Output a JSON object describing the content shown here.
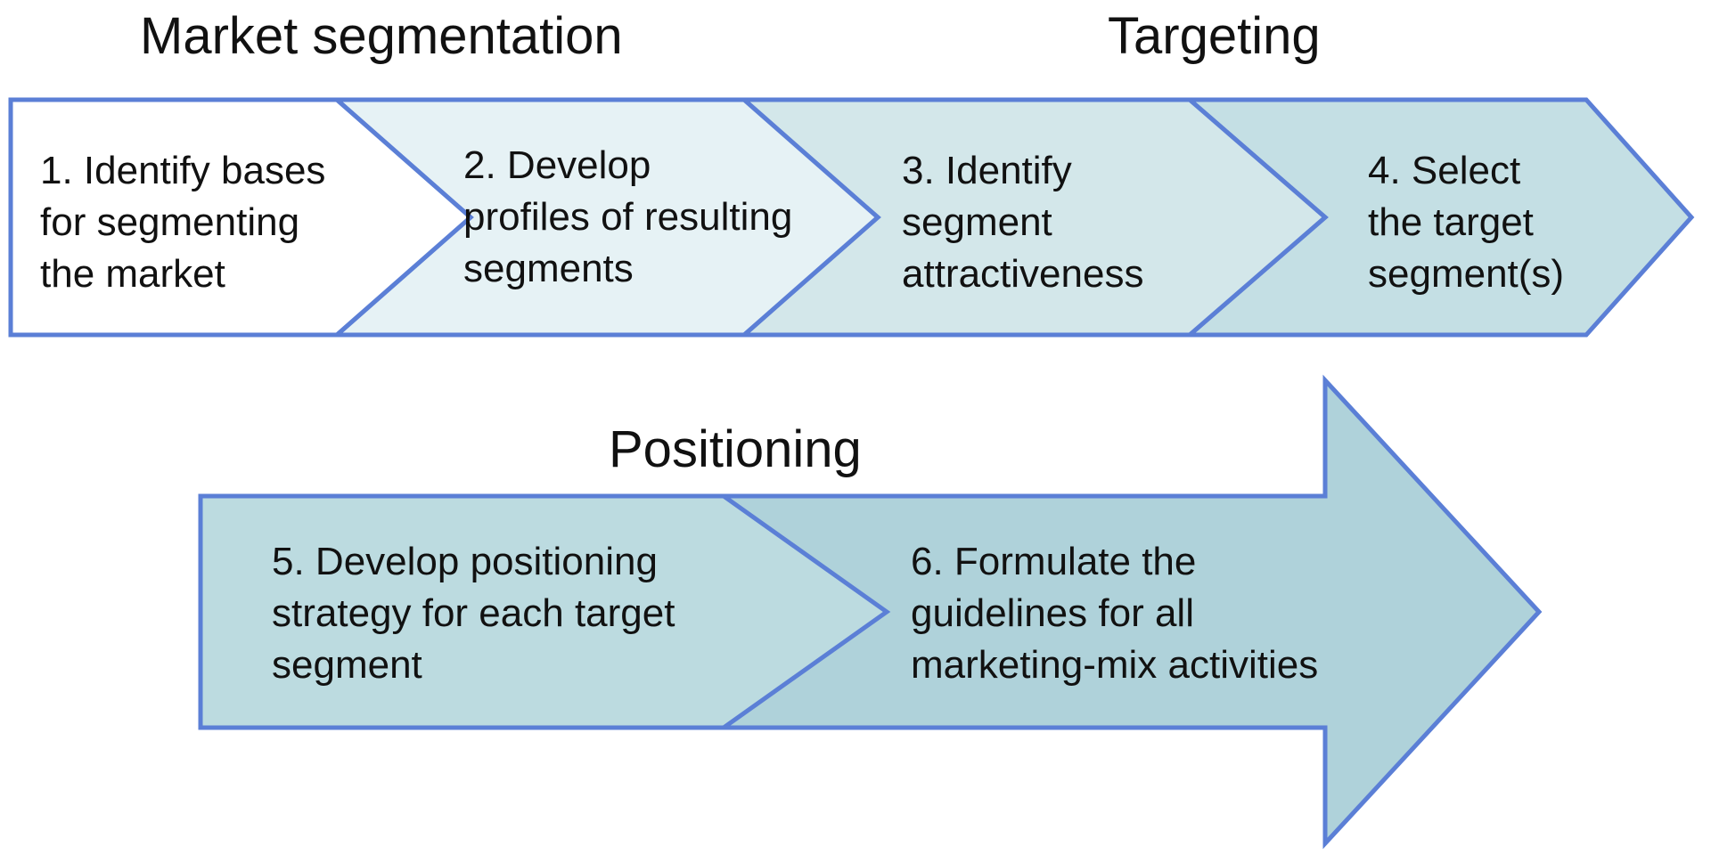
{
  "headings": {
    "segmentation": "Market segmentation",
    "targeting": "Targeting",
    "positioning": "Positioning"
  },
  "steps": [
    {
      "lines": [
        "1. Identify bases",
        "for segmenting",
        "the market"
      ]
    },
    {
      "lines": [
        "2. Develop",
        "profiles of resulting",
        "segments"
      ]
    },
    {
      "lines": [
        "3. Identify",
        "segment",
        "attractiveness"
      ]
    },
    {
      "lines": [
        "4. Select",
        "the target",
        "segment(s)"
      ]
    },
    {
      "lines": [
        "5. Develop positioning",
        "strategy for each target",
        "segment"
      ]
    },
    {
      "lines": [
        "6. Formulate the",
        "guidelines for all",
        "marketing-mix activities"
      ]
    }
  ],
  "colors": {
    "outline": "#5b7fd6",
    "step1": "#ffffff",
    "step2": "#e6f2f5",
    "step3": "#d3e7ea",
    "step4": "#c4dfe4",
    "step5": "#bcdbe0",
    "step6": "#afd2da"
  }
}
